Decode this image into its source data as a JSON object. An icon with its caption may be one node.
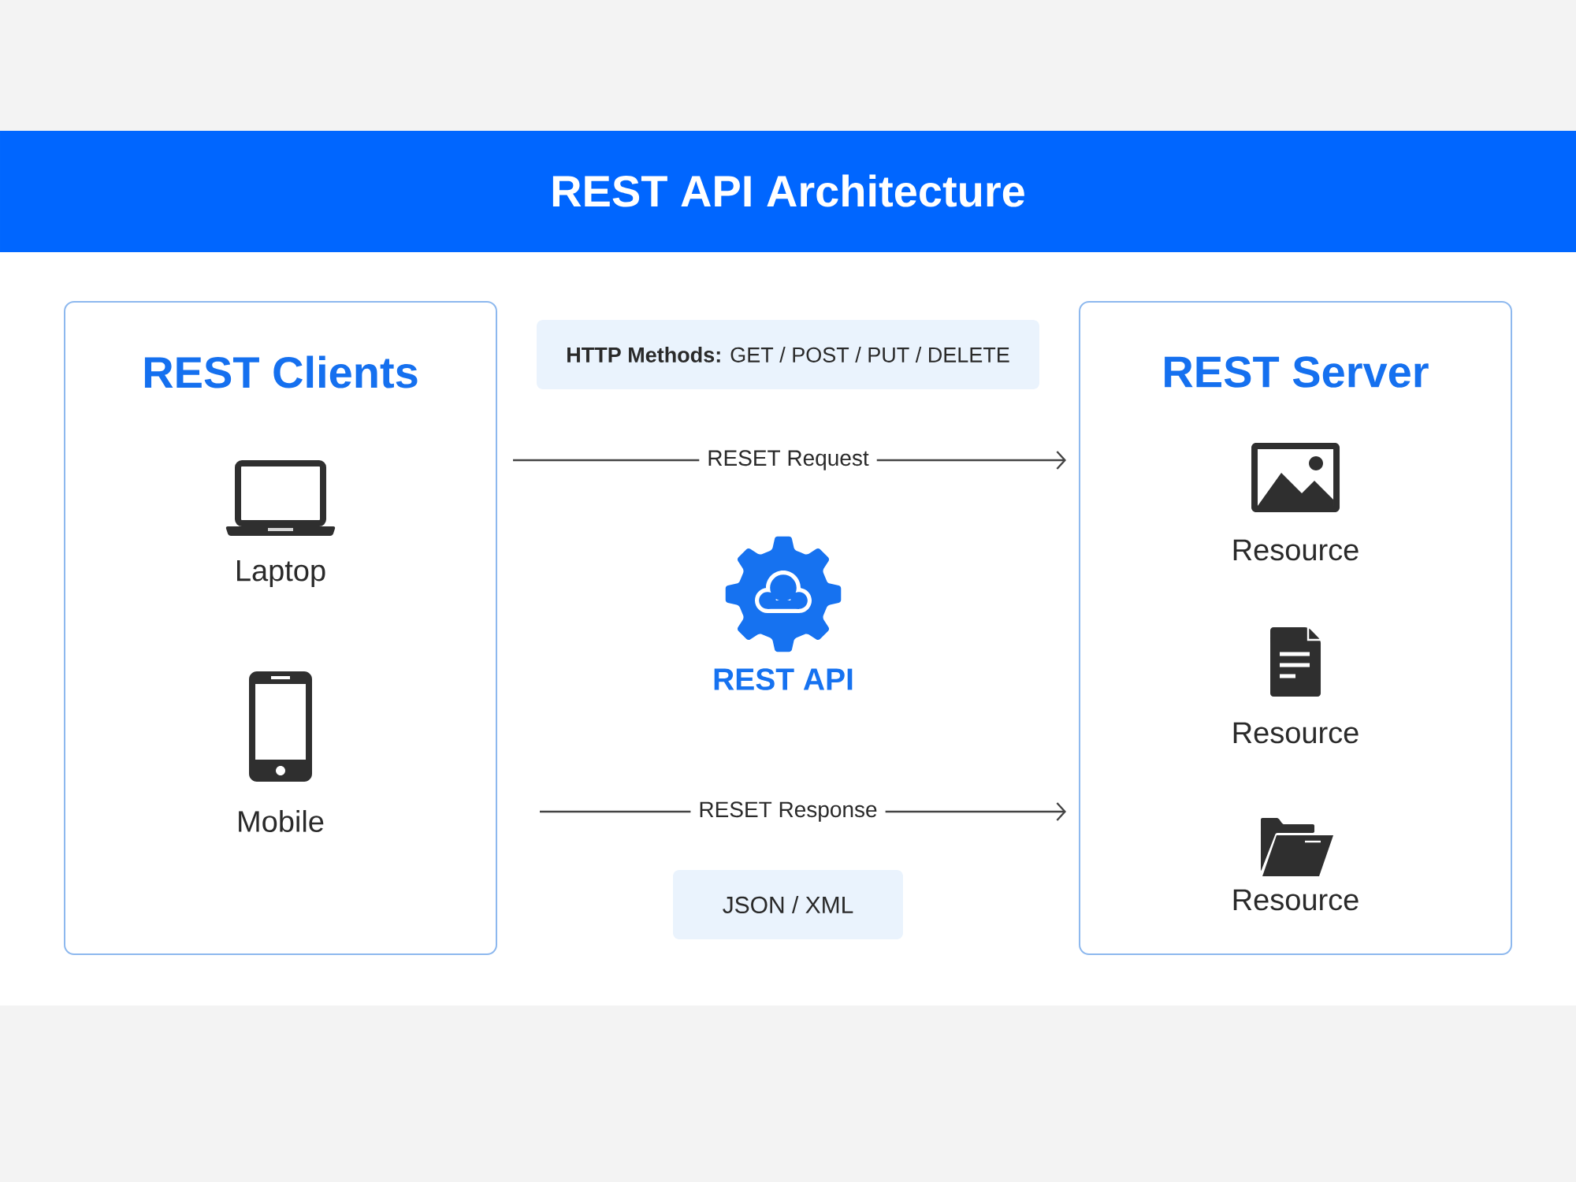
{
  "diagram": {
    "title": "REST API Architecture",
    "nodes": [
      {
        "text": [
          "REST Clients"
        ]
      },
      {
        "text": [
          "Laptop"
        ],
        "in": 0
      },
      {
        "text": [
          "Mobile"
        ],
        "in": 0
      },
      {
        "text": [
          "**HTTP Methods:** GET / POST / PUT / DELETE"
        ]
      },
      {
        "text": [
          "REST API"
        ]
      },
      {
        "text": [
          "JSON / XML"
        ]
      },
      {
        "text": [
          "REST Server"
        ]
      },
      {
        "text": [
          "Resource"
        ],
        "in": 6
      },
      {
        "text": [
          "Resource"
        ],
        "in": 6
      },
      {
        "text": [
          "Resource"
        ],
        "in": 6
      }
    ],
    "edges": [
      {
        "from": 0,
        "to": 6,
        "arrow": "to",
        "label": "RESET Request"
      },
      {
        "from": 0,
        "to": 6,
        "arrow": "to",
        "label": "RESET Response"
      }
    ]
  }
}
